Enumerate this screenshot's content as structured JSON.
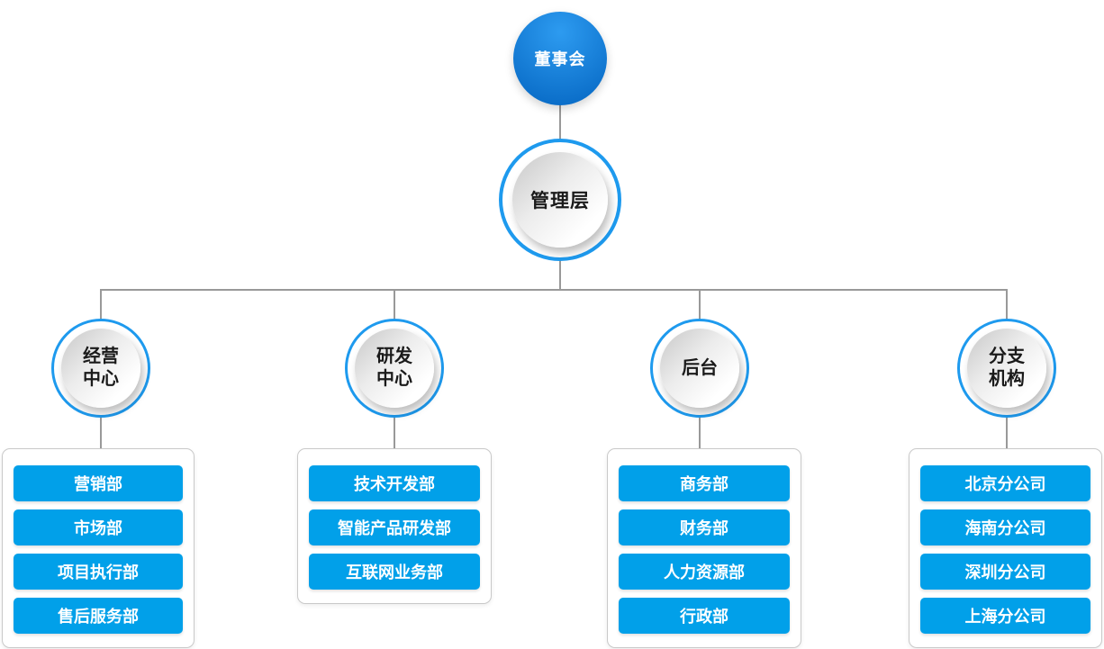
{
  "org_chart": {
    "root": {
      "label": "董事会"
    },
    "management": {
      "label": "管理层"
    },
    "branches": [
      {
        "name": "经营中心",
        "label_lines": [
          "经营",
          "中心"
        ],
        "departments": [
          "营销部",
          "市场部",
          "项目执行部",
          "售后服务部"
        ]
      },
      {
        "name": "研发中心",
        "label_lines": [
          "研发",
          "中心"
        ],
        "departments": [
          "技术开发部",
          "智能产品研发部",
          "互联网业务部"
        ]
      },
      {
        "name": "后台",
        "label_lines": [
          "后台"
        ],
        "departments": [
          "商务部",
          "财务部",
          "人力资源部",
          "行政部"
        ]
      },
      {
        "name": "分支机构",
        "label_lines": [
          "分支",
          "机构"
        ],
        "departments": [
          "北京分公司",
          "海南分公司",
          "深圳分公司",
          "上海分公司"
        ]
      }
    ],
    "colors": {
      "department_blue": "#01A0E9",
      "ring_blue": "#1E9AEE",
      "root_gradient_top": "#2D9BF0",
      "root_gradient_bottom": "#0A6DC8",
      "connector_gray": "#999999",
      "container_border": "#C9C9C9"
    }
  }
}
